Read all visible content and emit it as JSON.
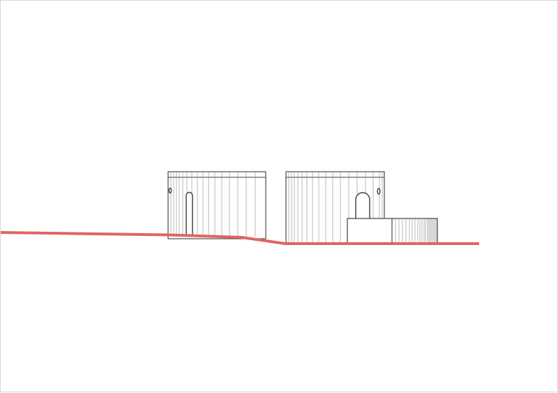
{
  "drawing": {
    "colors": {
      "ground_line": "#e06464",
      "outline": "#3a3a3a",
      "cladding": "#8a8a8a",
      "background": "#ffffff"
    },
    "elements": [
      "building-left",
      "building-right",
      "annex-volume",
      "ground-line"
    ]
  }
}
